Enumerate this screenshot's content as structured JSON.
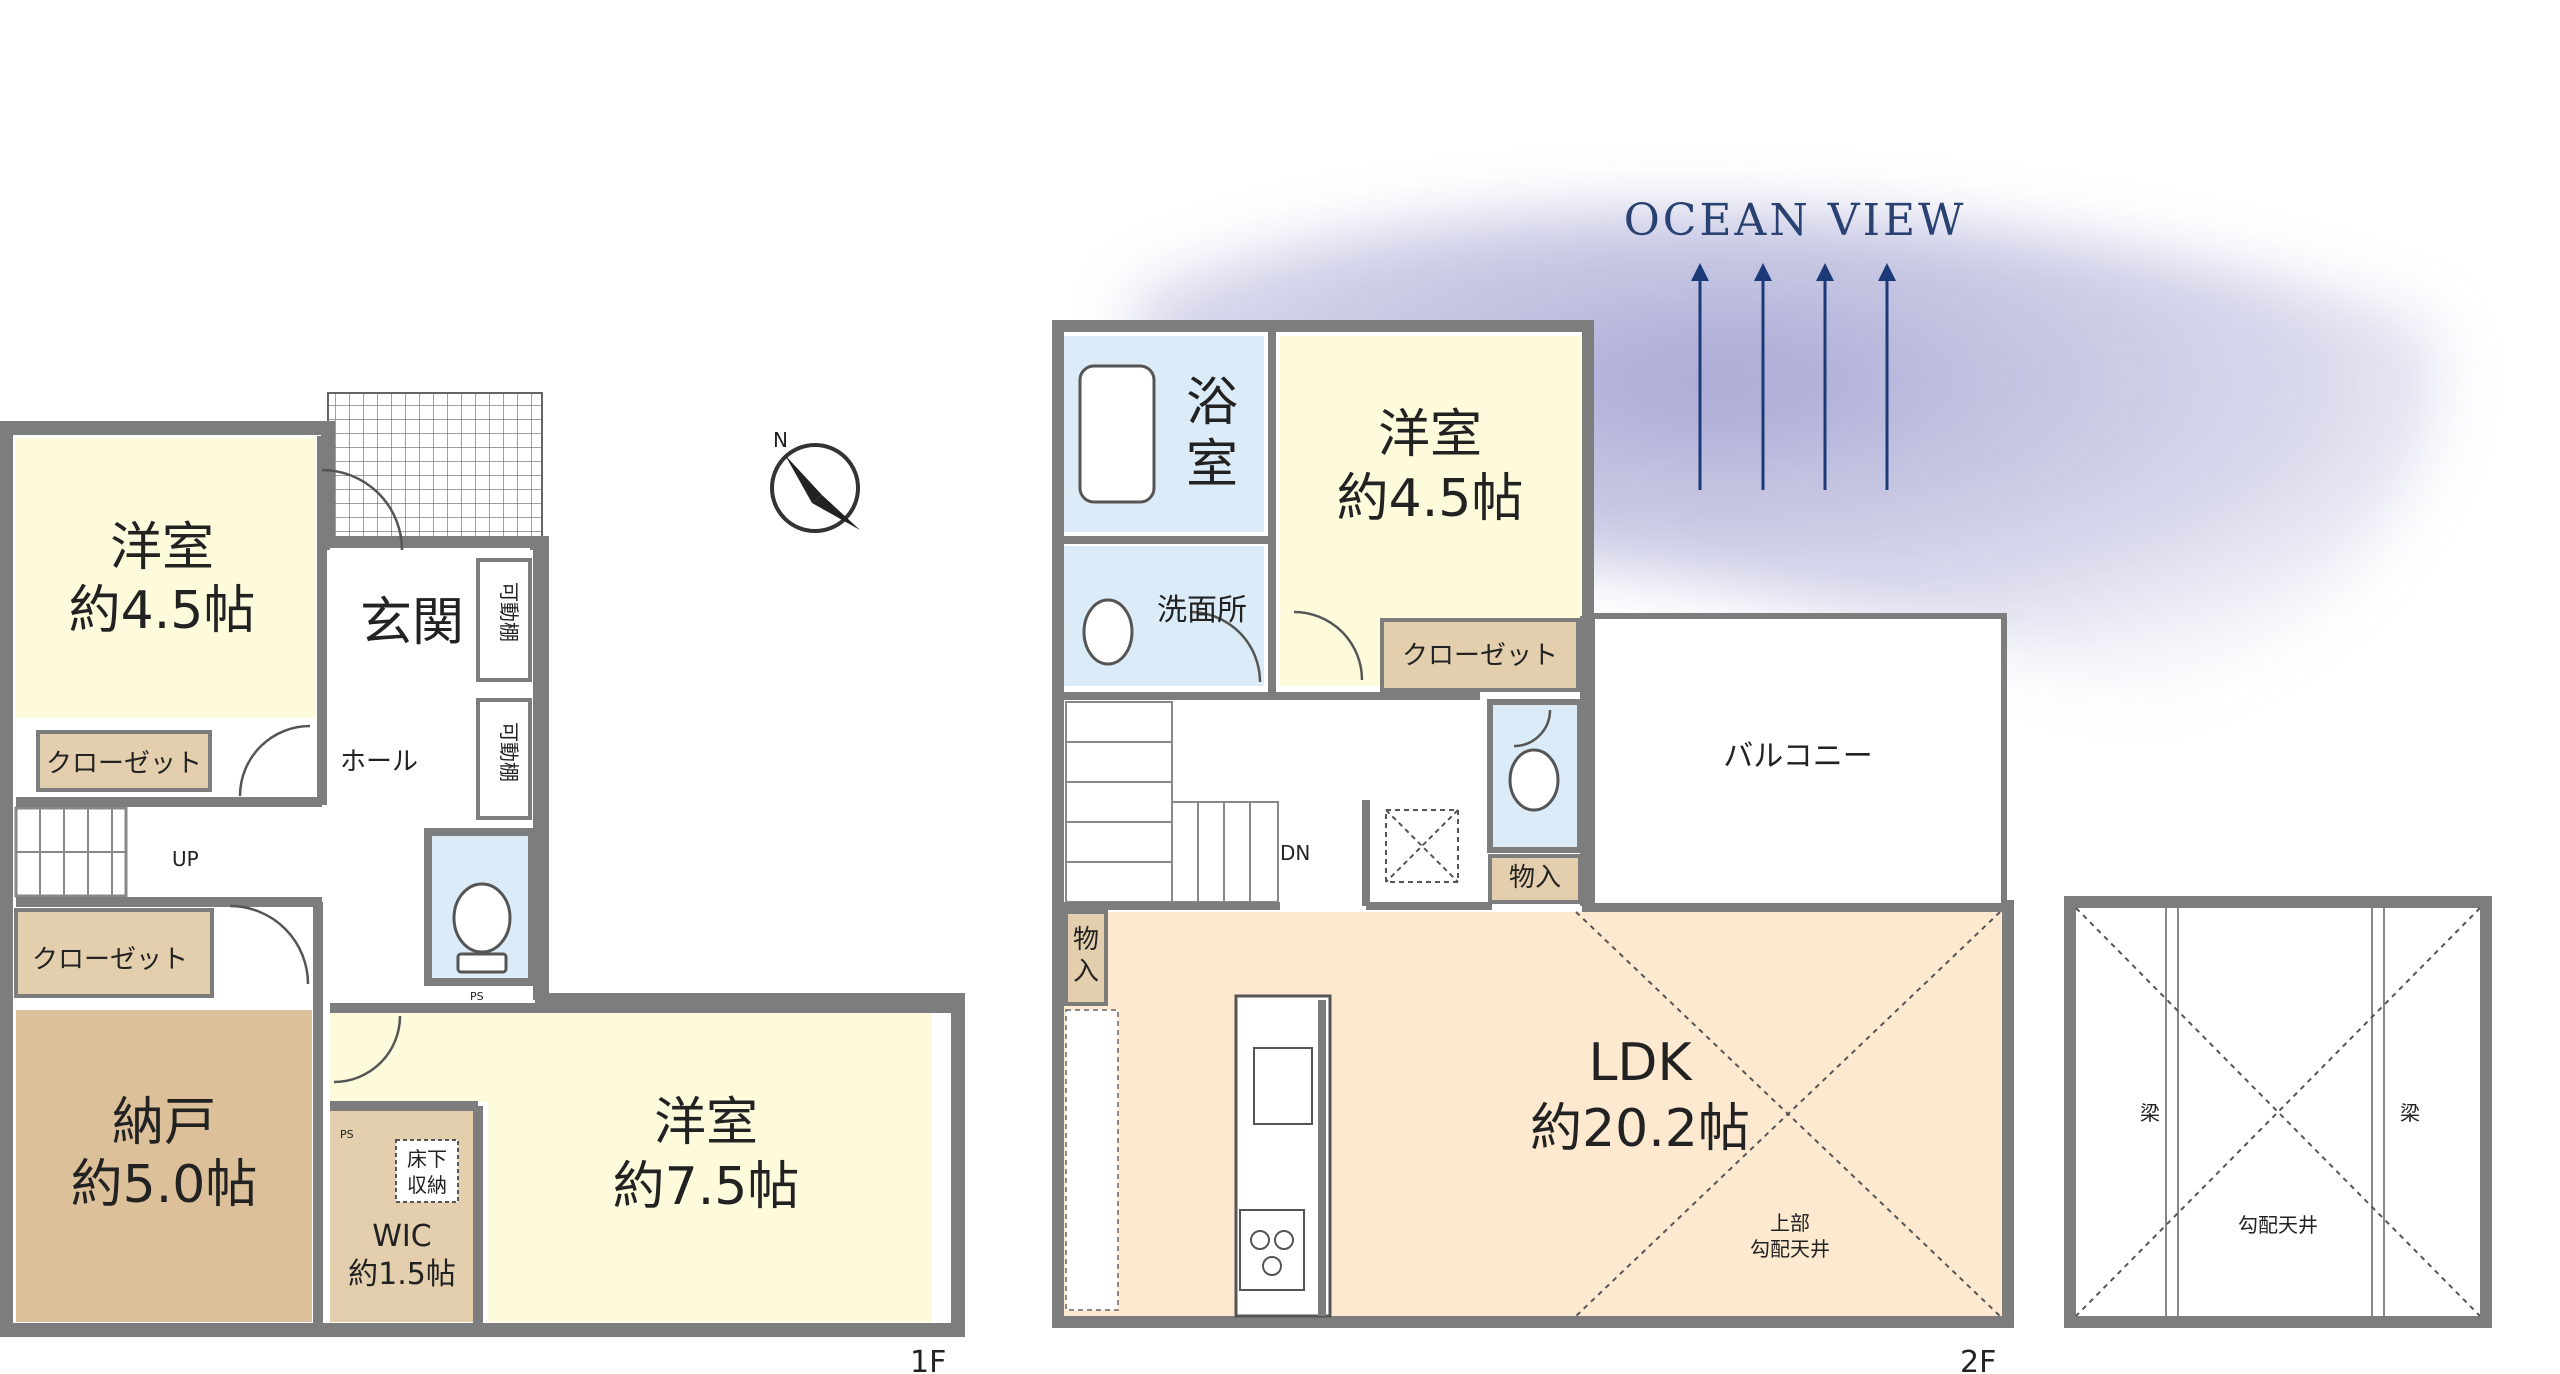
{
  "ocean_view": "OCEAN VIEW",
  "compass_letter": "N",
  "floor1": {
    "label": "1F",
    "room_nw_name": "洋室",
    "room_nw_size": "約4.5帖",
    "entrance": "玄関",
    "shelf_a": "可動棚",
    "shelf_b": "可動棚",
    "hall": "ホール",
    "closet_a": "クローゼット",
    "closet_b": "クローゼット",
    "up": "UP",
    "storage_name": "納戸",
    "storage_size": "約5.0帖",
    "wic_name": "WIC",
    "wic_size": "約1.5帖",
    "floor_storage_line1": "床下",
    "floor_storage_line2": "収納",
    "room_se_name": "洋室",
    "room_se_size": "約7.5帖",
    "ps": "PS"
  },
  "floor2": {
    "label": "2F",
    "bath_line1": "浴",
    "bath_line2": "室",
    "washroom": "洗面所",
    "room_name": "洋室",
    "room_size": "約4.5帖",
    "closet": "クローゼット",
    "balcony": "バルコニー",
    "dn": "DN",
    "storage_a": "物入",
    "storage_b_line1": "物",
    "storage_b_line2": "入",
    "ldk_name": "LDK",
    "ldk_size": "約20.2帖",
    "ceiling_line1": "上部",
    "ceiling_line2": "勾配天井"
  },
  "roof": {
    "beam_left": "梁",
    "beam_right": "梁",
    "ceiling": "勾配天井"
  },
  "colors": {
    "wall": "#7d7d7d",
    "room_yellow": "#fdfbdc",
    "closet_tan": "#e3cfae",
    "storage_brown": "#dcc09a",
    "bath_blue": "#dbecf8",
    "ldk_peach": "#fce9d0",
    "sky": "#8c8cc6"
  }
}
